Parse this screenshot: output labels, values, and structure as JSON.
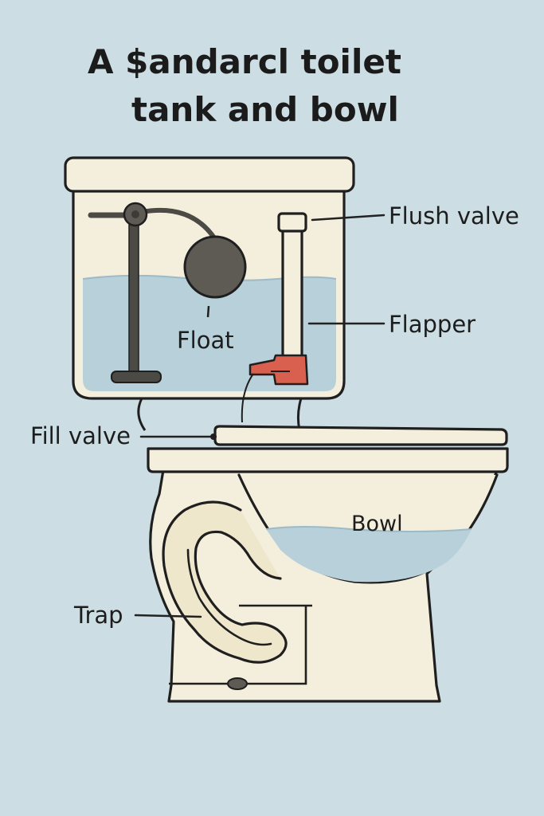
{
  "title": {
    "line1": "A $andarcl toilet",
    "line2": "tank and bowl"
  },
  "labels": {
    "flush_valve": "Flush valve",
    "flapper": "Flapper",
    "float": "Float",
    "fill_valve": "Fill valve",
    "bowl": "Bowl",
    "trap": "Trap"
  },
  "colors": {
    "background": "#ccdde3",
    "porcelain": "#f4efdc",
    "water": "#b8d0da",
    "outline": "#1f1f1f",
    "flapper": "#d9604f",
    "float_ball": "#5d5b54",
    "hardware": "#4b4a45"
  }
}
